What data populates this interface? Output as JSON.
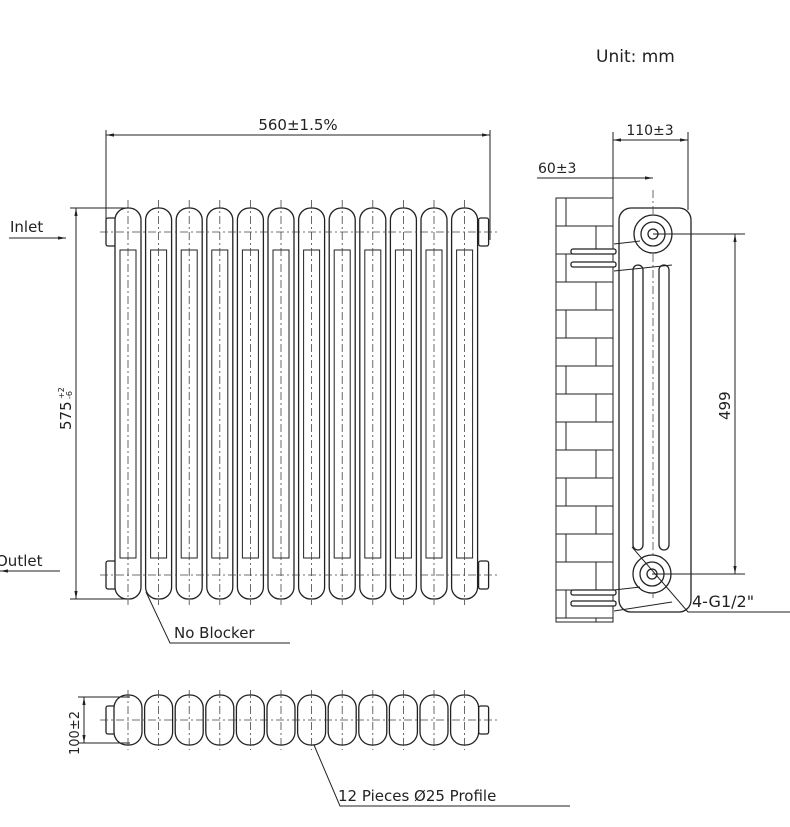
{
  "unit_label": "Unit: mm",
  "front_view": {
    "width_dim": "560±1.5%",
    "height_dim": "575",
    "height_tol_plus": "+2",
    "height_tol_minus": "-6",
    "inlet_label": "Inlet",
    "outlet_label": "Outlet",
    "blocker_label": "No Blocker",
    "column_count": 12
  },
  "side_view": {
    "depth_dim": "110±3",
    "wall_offset_dim": "60±3",
    "centers_dim": "499",
    "connection_label": "4-G1/2\""
  },
  "top_view": {
    "depth_dim": "100±2",
    "profile_label": "12 Pieces Ø25 Profile"
  }
}
